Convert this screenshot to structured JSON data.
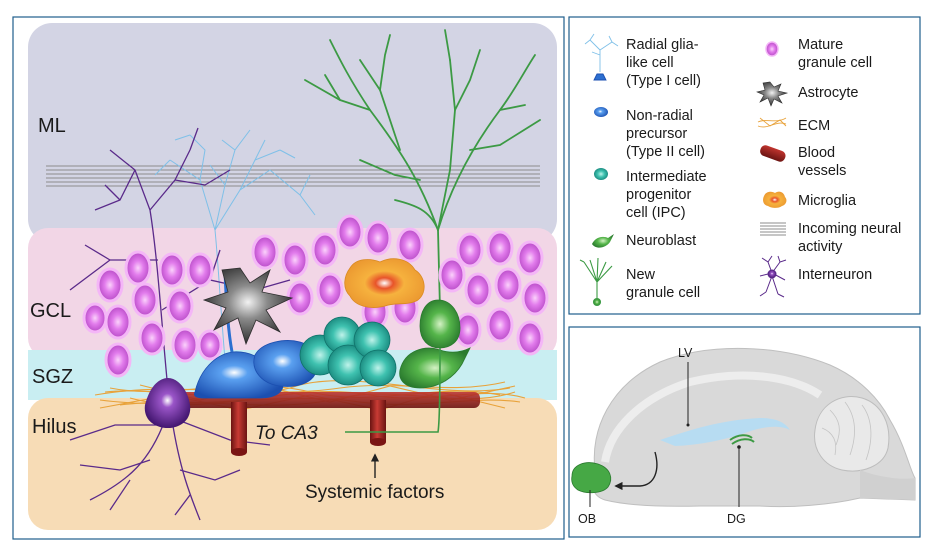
{
  "layers": {
    "ml": "ML",
    "gcl": "GCL",
    "sgz": "SGZ",
    "hilus": "Hilus"
  },
  "annotations": {
    "to_ca3": "To CA3",
    "systemic_factors": "Systemic factors"
  },
  "legend": {
    "left": [
      {
        "icon": "radial-glia-icon",
        "lines": [
          "Radial glia-",
          "like cell",
          "(Type I cell)"
        ]
      },
      {
        "icon": "non-radial-precursor-icon",
        "lines": [
          "Non-radial",
          "precursor",
          "(Type II cell)"
        ]
      },
      {
        "icon": "ipc-icon",
        "lines": [
          "Intermediate",
          "progenitor",
          "cell (IPC)"
        ]
      },
      {
        "icon": "neuroblast-icon",
        "lines": [
          "Neuroblast"
        ]
      },
      {
        "icon": "new-granule-cell-icon",
        "lines": [
          "New",
          "granule cell"
        ]
      }
    ],
    "right": [
      {
        "icon": "mature-granule-cell-icon",
        "lines": [
          "Mature",
          "granule cell"
        ]
      },
      {
        "icon": "astrocyte-icon",
        "lines": [
          "Astrocyte"
        ]
      },
      {
        "icon": "ecm-icon",
        "lines": [
          "ECM"
        ]
      },
      {
        "icon": "blood-vessel-icon",
        "lines": [
          "Blood",
          "vessels"
        ]
      },
      {
        "icon": "microglia-icon",
        "lines": [
          "Microglia"
        ]
      },
      {
        "icon": "incoming-activity-icon",
        "lines": [
          "Incoming neural",
          "activity"
        ]
      },
      {
        "icon": "interneuron-icon",
        "lines": [
          "Interneuron"
        ]
      }
    ]
  },
  "brain": {
    "lv": "LV",
    "ob": "OB",
    "dg": "DG"
  },
  "colors": {
    "ml": "#d3d4e4",
    "gcl": "#f2d6e6",
    "sgz": "#c9eef2",
    "hilus": "#f7dcb6",
    "granule": "#d86fe0",
    "radial_glia": "#2c6fd0",
    "ipc": "#3fb8a8",
    "neuroblast": "#3c9a44",
    "interneuron": "#5a2a8a",
    "vessel": "#9b2320",
    "ecm": "#e8a23a",
    "microglia": "#f2a33a"
  }
}
